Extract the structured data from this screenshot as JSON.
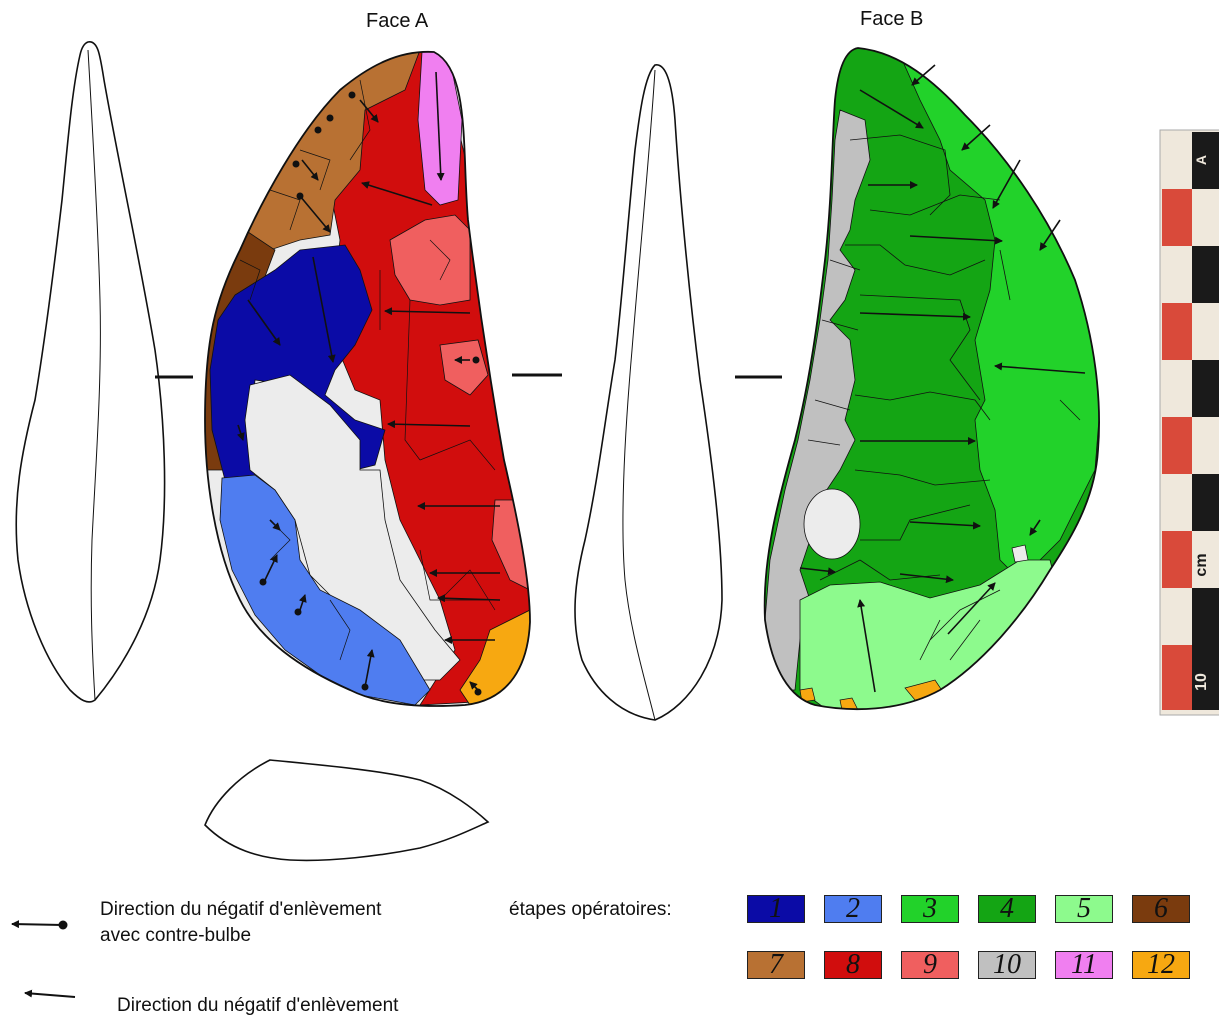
{
  "face_a": {
    "title": "Face A"
  },
  "face_b": {
    "title": "Face B"
  },
  "scale_bar": {
    "label_10": "10",
    "label_unit": "cm",
    "label_a": "A"
  },
  "legend": {
    "arrow_with_bulb": "Direction du négatif d'enlèvement avec contre-bulbe",
    "arrow_with_bulb_line1": "Direction du négatif d'enlèvement",
    "arrow_with_bulb_line2": "avec contre-bulbe",
    "arrow_plain": "Direction du négatif d'enlèvement",
    "stages_label": "étapes opératoires:",
    "stages": [
      {
        "n": "1",
        "color": "#0b0ba6"
      },
      {
        "n": "2",
        "color": "#4f7df0"
      },
      {
        "n": "3",
        "color": "#22d22a"
      },
      {
        "n": "4",
        "color": "#14a514"
      },
      {
        "n": "5",
        "color": "#8dfa8d"
      },
      {
        "n": "6",
        "color": "#7a3b0e"
      },
      {
        "n": "7",
        "color": "#b87133"
      },
      {
        "n": "8",
        "color": "#d10d0d"
      },
      {
        "n": "9",
        "color": "#f05f5f"
      },
      {
        "n": "10",
        "color": "#c0c0c0"
      },
      {
        "n": "11",
        "color": "#f07ff0"
      },
      {
        "n": "12",
        "color": "#f7a811"
      }
    ]
  },
  "colors": {
    "cortex": "#ececec",
    "outline": "#111111"
  }
}
